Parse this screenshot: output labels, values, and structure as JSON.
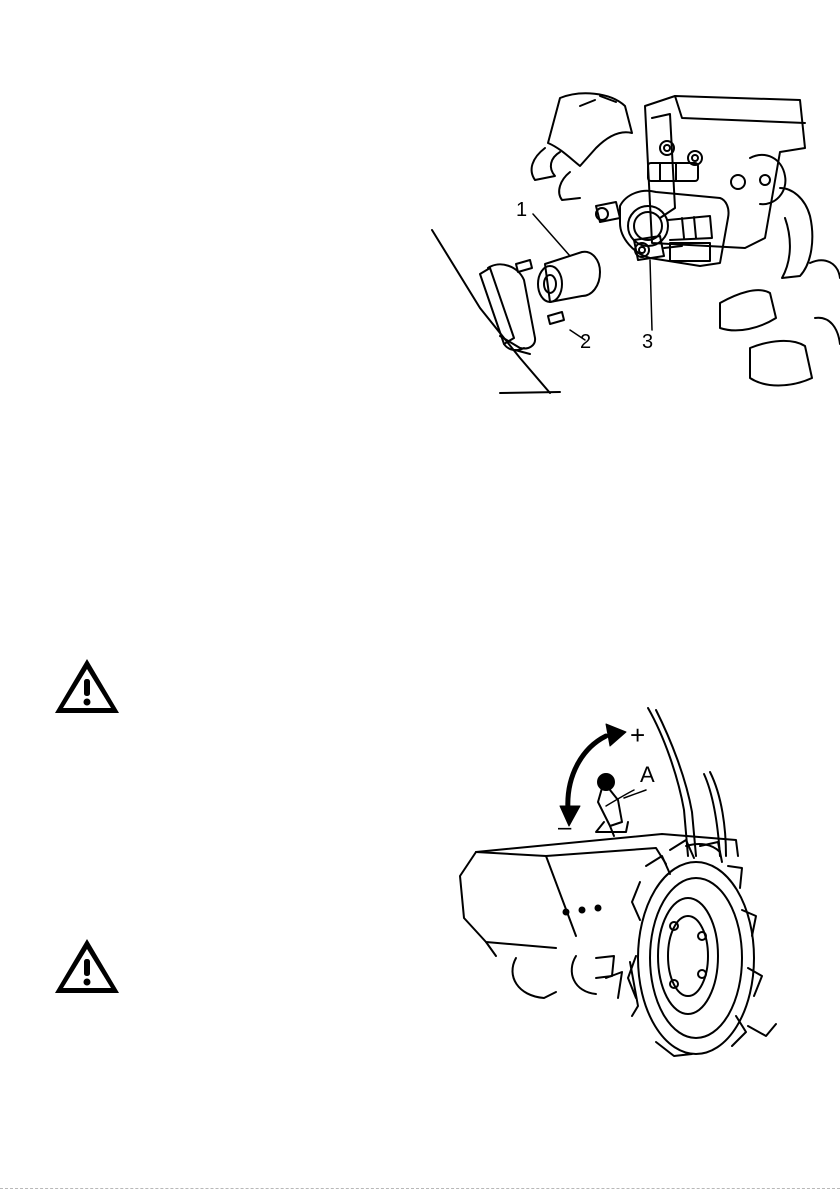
{
  "figure_top": {
    "callouts": [
      "1",
      "2",
      "3"
    ]
  },
  "figure_bottom": {
    "callouts": [
      "+",
      "A",
      "–"
    ]
  },
  "warnings": [
    {
      "icon": "warning-triangle-icon"
    },
    {
      "icon": "warning-triangle-icon"
    }
  ],
  "colors": {
    "ink": "#000000",
    "paper": "#ffffff"
  }
}
